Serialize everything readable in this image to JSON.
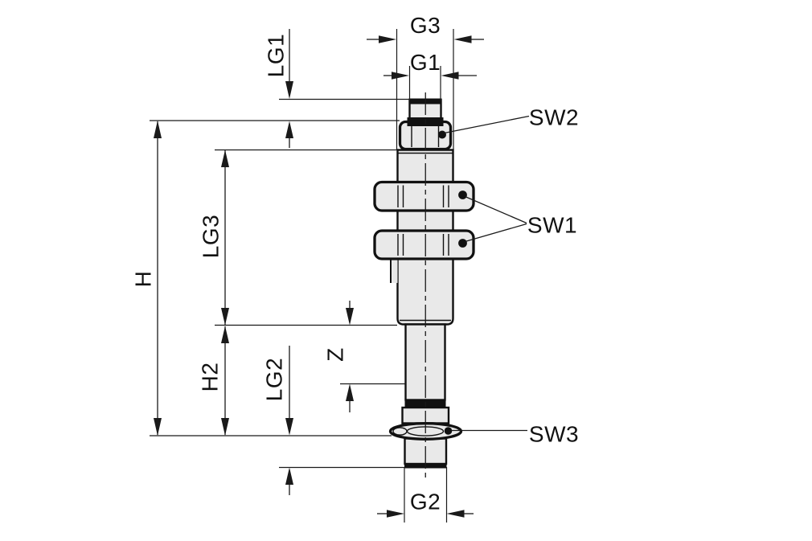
{
  "drawing": {
    "kind": "technical dimension drawing",
    "view": "side elevation of threaded plunger fitting"
  },
  "colors": {
    "background": "#ffffff",
    "line": "#111111",
    "part_fill": "#e9e9e9",
    "marker_fill": "#000000"
  },
  "labels": {
    "g3": "G3",
    "g1": "G1",
    "g2": "G2",
    "lg1": "LG1",
    "lg2": "LG2",
    "lg3": "LG3",
    "h": "H",
    "h2": "H2",
    "z": "Z",
    "sw1": "SW1",
    "sw2": "SW2",
    "sw3": "SW3"
  }
}
